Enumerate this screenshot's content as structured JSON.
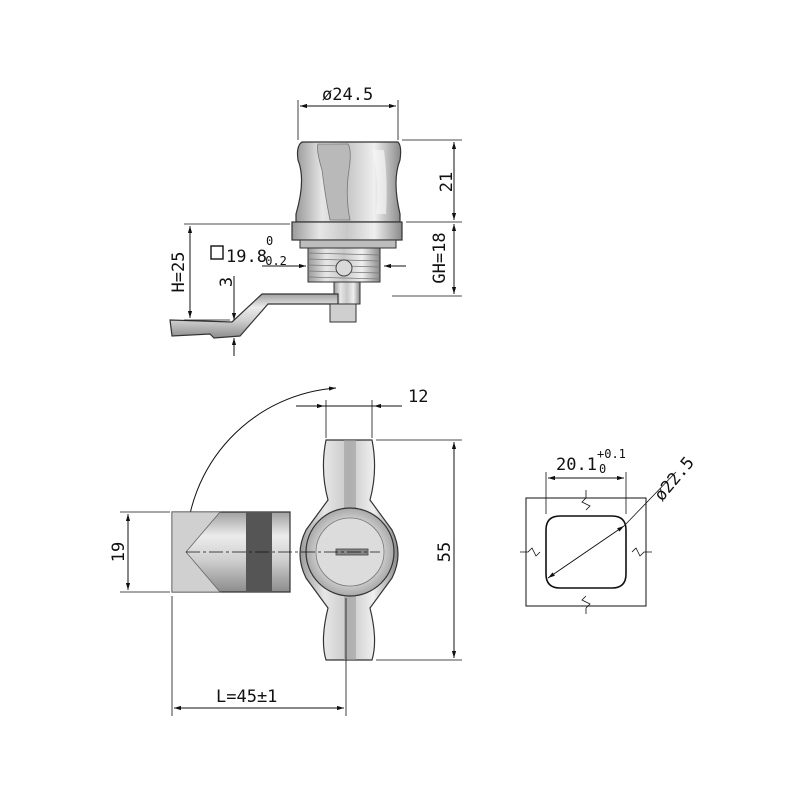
{
  "top_view": {
    "diameter": "ø24.5",
    "height_head": "21",
    "grip_height": "GH=18",
    "total_height": "H=25",
    "cam_offset": "3",
    "square_symbol": "□",
    "square_value": "19.8",
    "square_tol_upper": "0",
    "square_tol_lower": "-0.2"
  },
  "front_view": {
    "cam_width": "12",
    "cam_height": "19",
    "total_height": "55",
    "cam_length": "L=45±1"
  },
  "cutout_view": {
    "width_value": "20.1",
    "width_tol_upper": "+0.1",
    "width_tol_lower": "0",
    "diameter": "ø22.5"
  }
}
